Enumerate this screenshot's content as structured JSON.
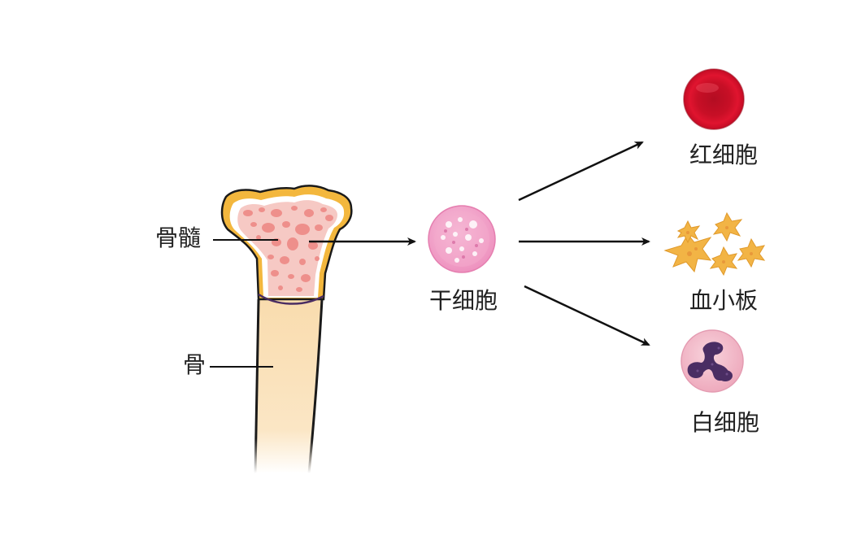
{
  "labels": {
    "bone_marrow": "骨髓",
    "bone": "骨",
    "stem_cell": "干细胞",
    "red_blood_cell": "红细胞",
    "platelet": "血小板",
    "white_blood_cell": "白细胞"
  },
  "colors": {
    "bone_fill": "#f9dcae",
    "bone_outline": "#1a1a1a",
    "rim": "#f3b73d",
    "marrow": "#f6c9c4",
    "marrow_spot": "#ee8f8b",
    "stem_cell": "#f3a9cb",
    "red_cell": "#d8102a",
    "platelet": "#f2b445",
    "white_cell": "#f4c2cf",
    "nucleus": "#4a2d63",
    "arrow": "#111111"
  }
}
